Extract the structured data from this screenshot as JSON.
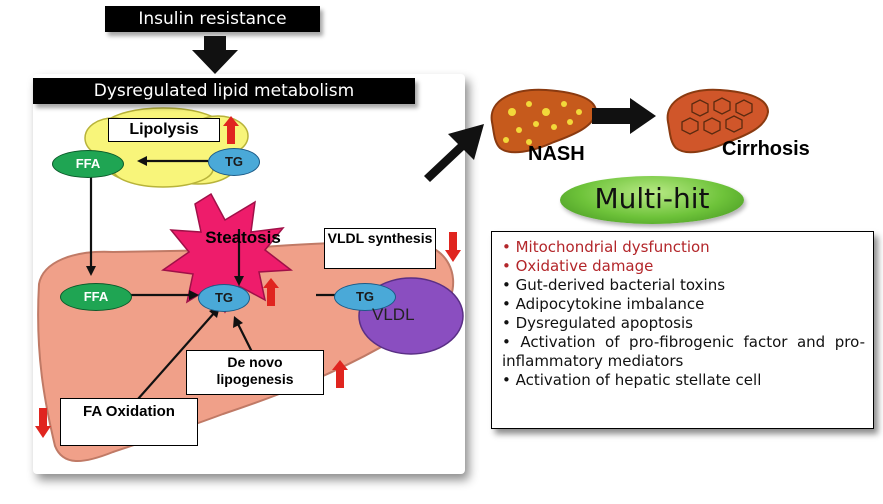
{
  "header": {
    "insulin_resistance": "Insulin resistance",
    "dysregulated_lipid": "Dysregulated lipid metabolism"
  },
  "left_panel": {
    "lipolysis": "Lipolysis",
    "ffa_top": "FFA",
    "tg_top": "TG",
    "steatosis": "Steatosis",
    "vldl_synthesis": "VLDL synthesis",
    "ffa_mid": "FFA",
    "tg_mid": "TG",
    "tg_vldl": "TG",
    "vldl": "VLDL",
    "de_novo": "De novo lipogenesis",
    "fa_oxidation": "FA Oxidation"
  },
  "right_panel": {
    "nash": "NASH",
    "cirrhosis": "Cirrhosis",
    "multi_hit": "Multi-hit",
    "items": [
      {
        "text": "• Mitochondrial dysfunction",
        "highlight": true
      },
      {
        "text": "• Oxidative damage",
        "highlight": true
      },
      {
        "text": "• Gut-derived bacterial toxins",
        "highlight": false
      },
      {
        "text": "• Adipocytokine imbalance",
        "highlight": false
      },
      {
        "text": "• Dysregulated apoptosis",
        "highlight": false
      },
      {
        "text": "• Activation of pro-fibrogenic factor and pro-inflammatory mediators",
        "highlight": false
      },
      {
        "text": "• Activation of hepatic stellate cell",
        "highlight": false
      }
    ]
  },
  "colors": {
    "up_arrow": "#e0251f",
    "liver_left": "#f0a089",
    "multi_hit_green": "#6ec33a",
    "highlight_text": "#b3262a"
  }
}
